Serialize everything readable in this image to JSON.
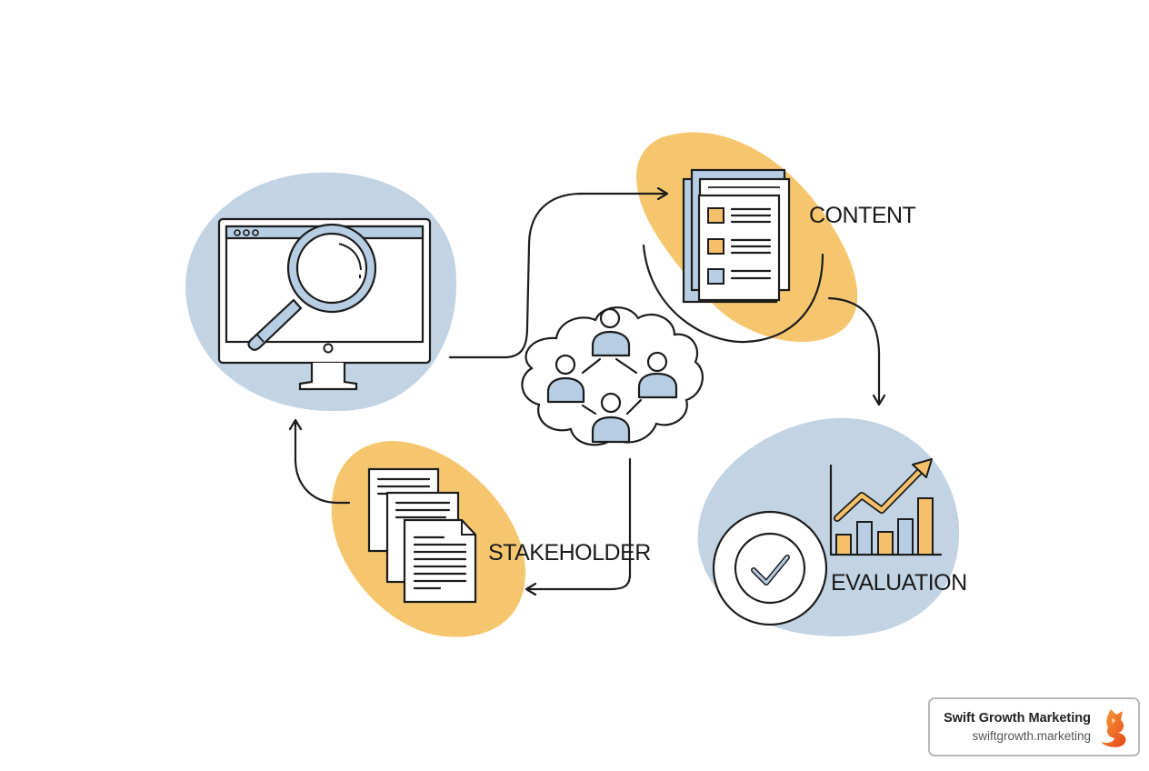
{
  "diagram": {
    "nodes": [
      {
        "id": "research",
        "icon": "monitor-magnifier-icon",
        "label": "",
        "blob_color": "#c2d4e4"
      },
      {
        "id": "content",
        "icon": "document-checklist-icon",
        "label": "CONTENT",
        "blob_color": "#f6c66f"
      },
      {
        "id": "network",
        "icon": "people-network-cloud-icon",
        "label": ""
      },
      {
        "id": "evaluation",
        "icon": "checkmark-chart-icon",
        "label": "EVALUATION",
        "blob_color": "#c2d4e4"
      },
      {
        "id": "stakeholder",
        "icon": "document-stack-icon",
        "label": "STAKEHOLDER",
        "blob_color": "#f6c66f"
      }
    ],
    "flow": [
      {
        "from": "research",
        "to": "content"
      },
      {
        "from": "content",
        "to": "evaluation"
      },
      {
        "from": "network",
        "to": "stakeholder"
      },
      {
        "from": "stakeholder",
        "to": "research"
      }
    ],
    "colors": {
      "accent_blue": "#b6cde3",
      "accent_orange": "#f4c16a",
      "line": "#1c1c1c"
    }
  },
  "brand": {
    "name": "Swift Growth Marketing",
    "url": "swiftgrowth.marketing",
    "logo_icon": "fox-logo-icon",
    "logo_colors": [
      "#f08a24",
      "#e94e1b"
    ]
  }
}
